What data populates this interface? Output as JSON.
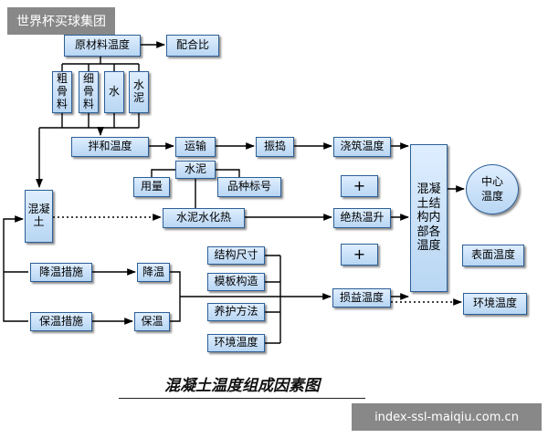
{
  "watermark_top": "世界杯买球集团",
  "watermark_bottom": "index-ssl-maiqiu.com.cn",
  "caption": "混凝土温度组成因素图",
  "nodes": {
    "raw_material_temp": "原材料温度",
    "mix_ratio": "配合比",
    "coarse_aggregate": "粗骨料",
    "fine_aggregate": "细骨料",
    "water": "水",
    "cement": "水泥",
    "mixing_temp": "拌和温度",
    "transport": "运输",
    "vibration": "振捣",
    "pouring_temp": "浇筑温度",
    "cement_sub": "水泥",
    "dosage": "用量",
    "variety_grade": "品种标号",
    "concrete": "混凝土",
    "hydration_heat": "水泥水化热",
    "adiabatic_rise": "绝热温升",
    "plus_1": "+",
    "plus_2": "+",
    "cooling_measures": "降温措施",
    "cooling": "降温",
    "insulation_measures": "保温措施",
    "insulation": "保温",
    "structure_size": "结构尺寸",
    "formwork": "模板构造",
    "curing": "养护方法",
    "ambient_temp_sub": "环境温度",
    "heat_loss_gain": "损益温度",
    "internal_temps": "混凝土结构内部各温度",
    "center_temp": "中心温度",
    "surface_temp": "表面温度",
    "ambient_temp": "环境温度"
  }
}
